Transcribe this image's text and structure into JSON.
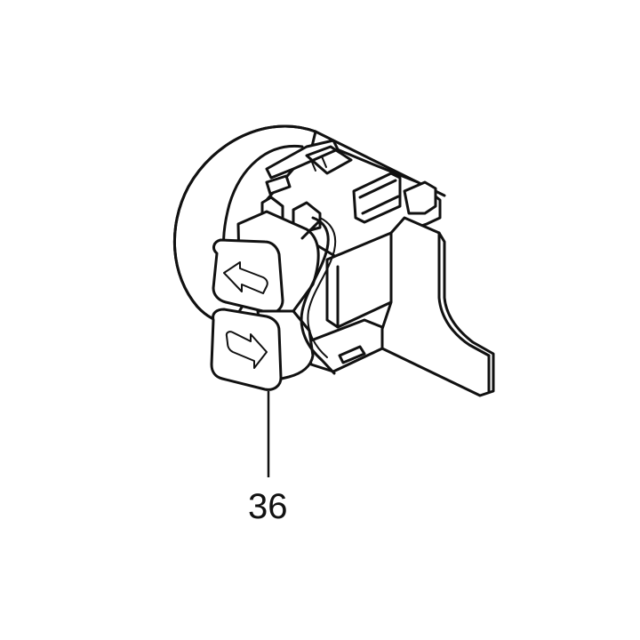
{
  "diagram": {
    "type": "exploded parts drawing",
    "part": {
      "name": "reversing switch lever assembly",
      "callout_number": "36",
      "arrow_icons": [
        "arrow-left-icon",
        "arrow-right-icon"
      ]
    },
    "colors": {
      "line": "#111111",
      "background": "#ffffff"
    }
  }
}
